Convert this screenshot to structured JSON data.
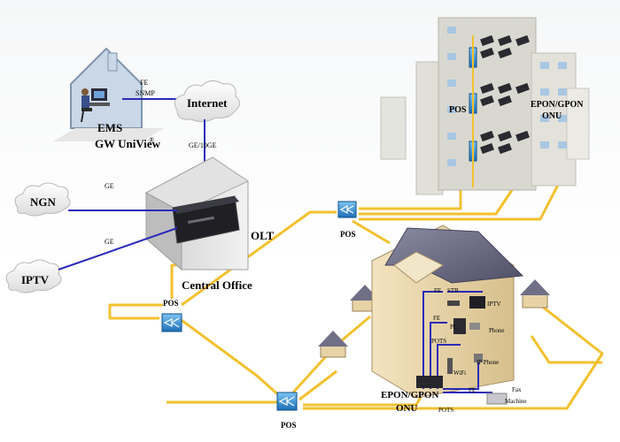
{
  "labels": {
    "ems": "EMS",
    "gw_uniview": "GW UniView",
    "registered": "®",
    "fe": "FE",
    "snmp": "SNMP",
    "internet": "Internet",
    "ge_10ge": "GE/10GE",
    "ngn": "NGN",
    "ge_ngn": "GE",
    "ge_iptv": "GE",
    "iptv": "IPTV",
    "olt": "OLT",
    "central_office": "Central Office",
    "pos_center": "POS",
    "pos_upper": "POS",
    "pos_lower": "POS",
    "pos_building": "POS",
    "epon_gpon_onu_building_l1": "EPON/GPON",
    "epon_gpon_onu_building_l2": "ONU",
    "epon_gpon_home_l1": "EPON/GPON",
    "epon_gpon_home_l2": "ONU",
    "house_fe_left": "FE",
    "house_fe_mid": "FE",
    "house_fe_right": "FE",
    "stb": "STB",
    "house_iptv": "IPTV",
    "pc": "PC",
    "phone": "Phone",
    "pots_left": "POTS",
    "pots_bottom": "POTS",
    "ip_phone": "IP Phone",
    "wifi": "WiFi",
    "fax_l1": "Fax",
    "fax_l2": "Machine"
  },
  "colors": {
    "fiber": "#f2c12e",
    "ethernet": "#2b2bb8",
    "pos_device": "#2f8fd8",
    "house_wall": "#e7d3a6",
    "roof": "#6f6f86",
    "building": "#d9d8d0"
  },
  "icons": [
    "computer-icon",
    "cloud-icon",
    "olt-rack-icon",
    "splitter-icon",
    "onu-icon",
    "house-icon",
    "building-icon",
    "phone-icon",
    "tv-icon",
    "fax-icon"
  ]
}
